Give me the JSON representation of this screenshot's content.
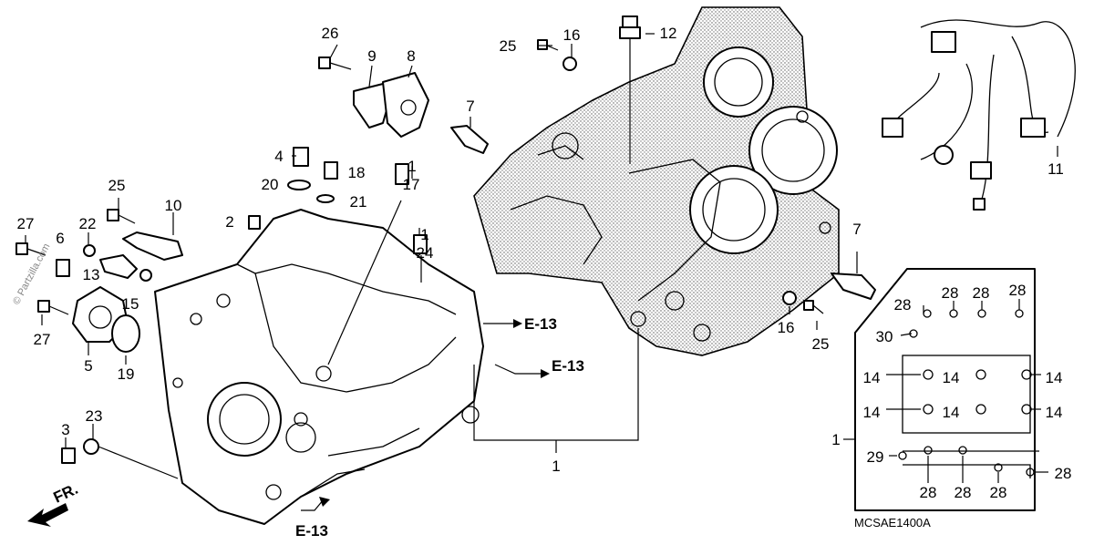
{
  "diagram": {
    "code": "MCSAE1400A",
    "watermark": "© Partzilla.com",
    "front_arrow": "FR.",
    "ref_labels": [
      "E-13",
      "E-13",
      "E-13"
    ],
    "callouts": [
      "26",
      "9",
      "8",
      "25",
      "16",
      "12",
      "7",
      "11",
      "4",
      "18",
      "1",
      "17",
      "20",
      "21",
      "2",
      "25",
      "10",
      "27",
      "22",
      "6",
      "13",
      "15",
      "1",
      "24",
      "7",
      "27",
      "5",
      "19",
      "16",
      "25",
      "28",
      "28",
      "28",
      "28",
      "30",
      "14",
      "14",
      "14",
      "14",
      "14",
      "14",
      "1",
      "29",
      "28",
      "28",
      "28",
      "28",
      "3",
      "23",
      "1"
    ]
  }
}
